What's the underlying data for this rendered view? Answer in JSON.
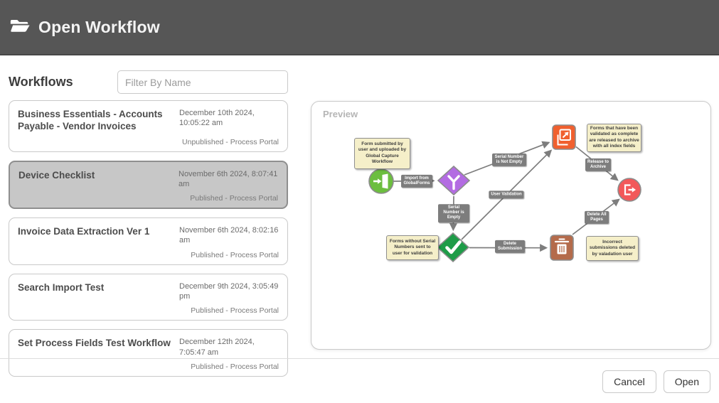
{
  "header": {
    "title": "Open Workflow"
  },
  "workflows_panel": {
    "heading": "Workflows",
    "filter_placeholder": "Filter By Name",
    "items": [
      {
        "name": "Business Essentials - Accounts Payable - Vendor Invoices",
        "date": "December 10th 2024, 10:05:22 am",
        "status": "Unpublished - Process Portal",
        "selected": false
      },
      {
        "name": "Device Checklist",
        "date": "November 6th 2024, 8:07:41 am",
        "status": "Published - Process Portal",
        "selected": true
      },
      {
        "name": "Invoice Data Extraction Ver 1",
        "date": "November 6th 2024, 8:02:16 am",
        "status": "Published - Process Portal",
        "selected": false
      },
      {
        "name": "Search Import Test",
        "date": "December 9th 2024, 3:05:49 pm",
        "status": "Published - Process Portal",
        "selected": false
      },
      {
        "name": "Set Process Fields Test Workflow",
        "date": "December 12th 2024, 7:05:47 am",
        "status": "Published - Process Portal",
        "selected": false
      }
    ]
  },
  "preview": {
    "label": "Preview",
    "notes": [
      {
        "text": "Form submitted by user and uploaded by Global Capture Workflow"
      },
      {
        "text": "Forms that have been validated as complete are released to archive with all index fields"
      },
      {
        "text": "Forms without Serial Numbers sent to user for validation"
      },
      {
        "text": "Incorrect submissions deleted by valadation user"
      }
    ],
    "edge_labels": [
      {
        "text": "Import from GlobalForms"
      },
      {
        "text": "Serial Number is Not Empty"
      },
      {
        "text": "User Validation"
      },
      {
        "text": "Serial Number is Empty"
      },
      {
        "text": "Release to Archive"
      },
      {
        "text": "Delete All Pages"
      },
      {
        "text": "Delete Submission"
      }
    ],
    "nodes": [
      {
        "id": "import-start",
        "icon": "sign-in-icon",
        "color": "#6cbe3f"
      },
      {
        "id": "serial-branch",
        "icon": "branch-icon",
        "color": "#b36ce2"
      },
      {
        "id": "release-archive",
        "icon": "release-archive-icon",
        "color": "#f0602f"
      },
      {
        "id": "workflow-end",
        "icon": "sign-out-icon",
        "color": "#f2595a"
      },
      {
        "id": "user-validation",
        "icon": "check-icon",
        "color": "#1e9c48"
      },
      {
        "id": "delete-submission",
        "icon": "trash-icon",
        "color": "#b46b4b"
      }
    ]
  },
  "footer": {
    "cancel_label": "Cancel",
    "open_label": "Open"
  },
  "colors": {
    "header_bg": "#565656",
    "selected_card_bg": "#c7c7c7",
    "note_bg": "#f5efc9",
    "edge_label_bg": "#7d7d7d",
    "edge_stroke": "#7d7d7d"
  }
}
